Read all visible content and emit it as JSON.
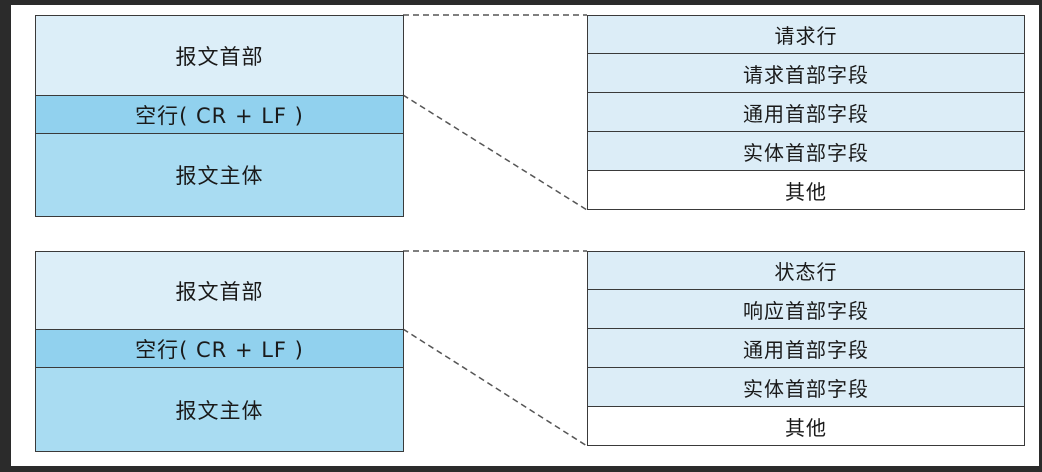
{
  "request": {
    "left": {
      "header": "报文首部",
      "blank": "空行( CR + LF )",
      "body": "报文主体"
    },
    "rows": [
      "请求行",
      "请求首部字段",
      "通用首部字段",
      "实体首部字段",
      "其他"
    ]
  },
  "response": {
    "left": {
      "header": "报文首部",
      "blank": "空行( CR + LF )",
      "body": "报文主体"
    },
    "rows": [
      "状态行",
      "响应首部字段",
      "通用首部字段",
      "实体首部字段",
      "其他"
    ]
  },
  "colors": {
    "header_fill": "#dceef8",
    "blank_fill": "#91d1ee",
    "body_fill": "#a9dcf2",
    "row_fill": "#dcedf7",
    "other_fill": "#ffffff",
    "border": "#3a3a3a"
  }
}
